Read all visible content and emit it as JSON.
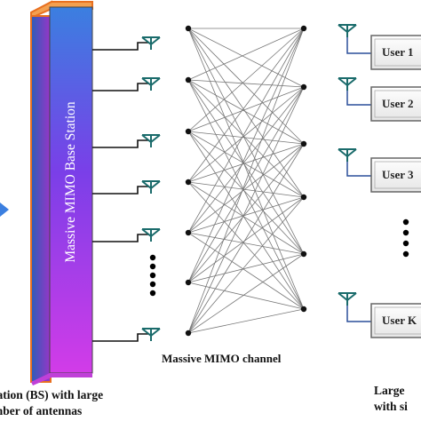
{
  "diagram": {
    "base_station_title": "Massive MIMO Base Station",
    "channel_label": "Massive MIMO channel",
    "base_station_caption_line1": "tation (BS) with large",
    "base_station_caption_line2": "mber of antennas",
    "users_caption_line1": "Large",
    "users_caption_line2": "with si",
    "users": [
      {
        "label": "User 1"
      },
      {
        "label": "User 2"
      },
      {
        "label": "User 3"
      },
      {
        "label": "User K"
      }
    ],
    "colors": {
      "bs_gradient_top": "#3b7fe0",
      "bs_gradient_mid": "#7a3fe8",
      "bs_gradient_bottom": "#d23ce8",
      "bs_outline": "#e87020",
      "antenna": "#1a6b6b",
      "user_line": "#2a4f9a",
      "channel_line": "#777777",
      "node": "#111111"
    }
  }
}
